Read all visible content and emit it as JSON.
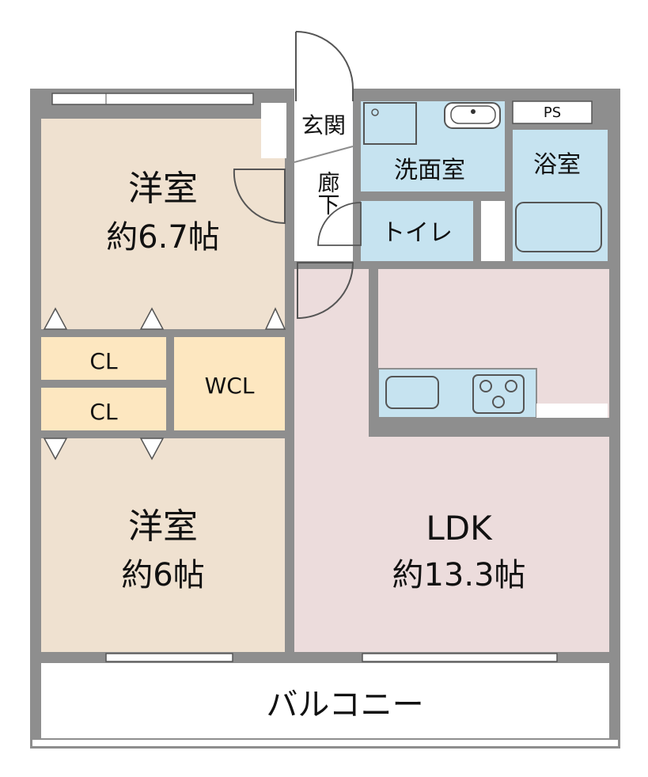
{
  "rooms": {
    "western_room_1": {
      "name": "洋室",
      "size": "約6.7帖"
    },
    "western_room_2": {
      "name": "洋室",
      "size": "約6帖"
    },
    "ldk": {
      "name": "LDK",
      "size": "約13.3帖"
    },
    "closet_1": {
      "name": "CL"
    },
    "closet_2": {
      "name": "CL"
    },
    "walk_in_closet": {
      "name": "WCL"
    },
    "entrance": {
      "name": "玄関"
    },
    "hallway": {
      "name": "廊下"
    },
    "washroom": {
      "name": "洗面室"
    },
    "toilet": {
      "name": "トイレ"
    },
    "bathroom": {
      "name": "浴室"
    },
    "pipe_space": {
      "name": "PS"
    },
    "balcony": {
      "name": "バルコニー"
    }
  },
  "colors": {
    "wall": "#8e8e8e",
    "western_floor": "#efe1d0",
    "ldk_floor": "#ecdcdc",
    "closet_floor": "#fde7c0",
    "wet_area_floor": "#c6e3f0",
    "hallway_floor": "#ffffff"
  }
}
